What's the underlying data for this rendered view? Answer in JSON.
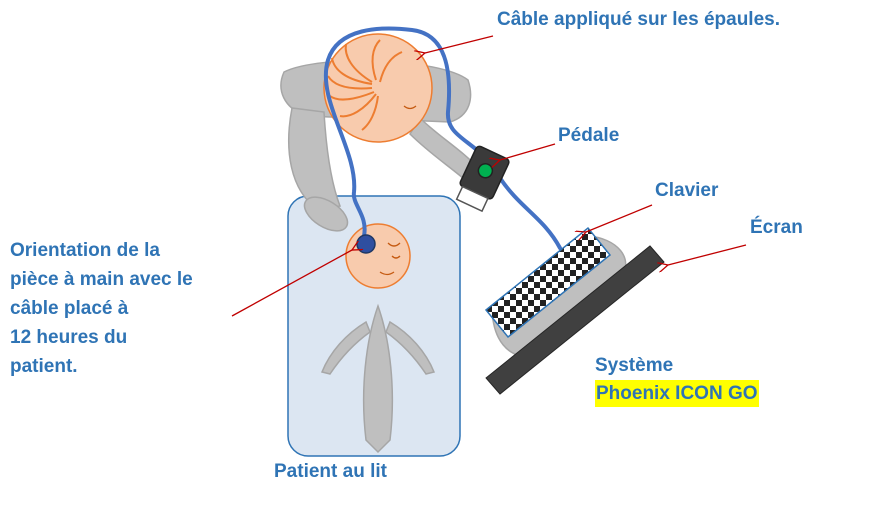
{
  "labels": {
    "cable_shoulders": "Câble appliqué sur les épaules.",
    "pedal": "Pédale",
    "keyboard": "Clavier",
    "screen": "Écran",
    "system": "Système",
    "product": "Phoenix ICON GO",
    "patient_bed": "Patient au lit",
    "orientation_lines": [
      "Orientation de la",
      "pièce à main avec le",
      "câble placé à",
      "12 heures du",
      "patient."
    ]
  },
  "colors": {
    "label_text": "#2f74b5",
    "highlight": "#ffff00",
    "arrow": "#c00000",
    "cable": "#4472c4",
    "bed_fill": "#dce6f2",
    "bed_stroke": "#2f74b5",
    "skin": "#f8cbad",
    "hair": "#ed7d31",
    "body_gray": "#bfbfbf",
    "screen": "#404040",
    "pedal_button": "#00b050"
  }
}
